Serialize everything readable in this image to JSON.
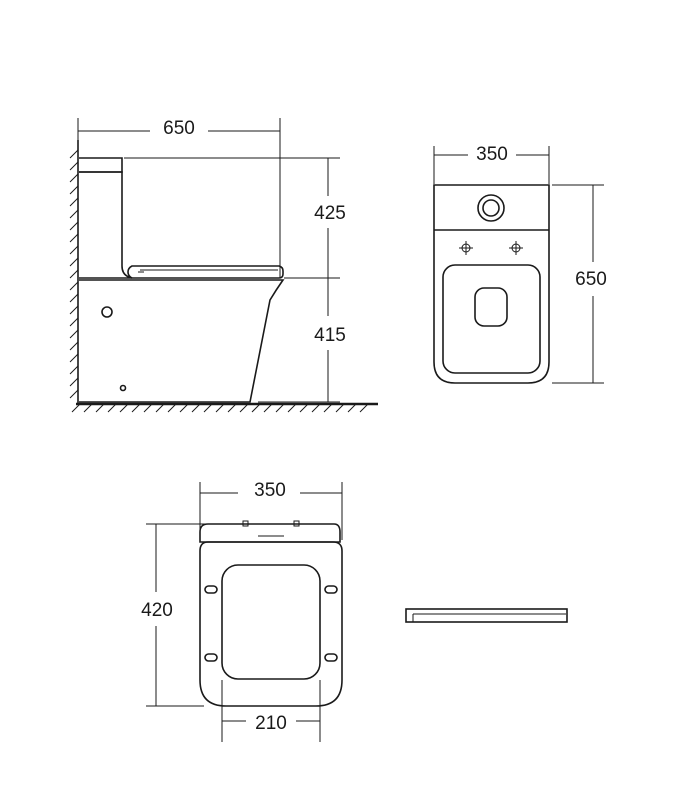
{
  "side_view": {
    "width_label": "650",
    "tank_height_label": "425",
    "seat_height_label": "415"
  },
  "top_view": {
    "width_label": "350",
    "depth_label": "650"
  },
  "seat_view": {
    "width_label": "350",
    "length_label": "420",
    "hinge_spacing_label": "210"
  },
  "colors": {
    "line": "#1a1a1a",
    "background": "#ffffff"
  }
}
